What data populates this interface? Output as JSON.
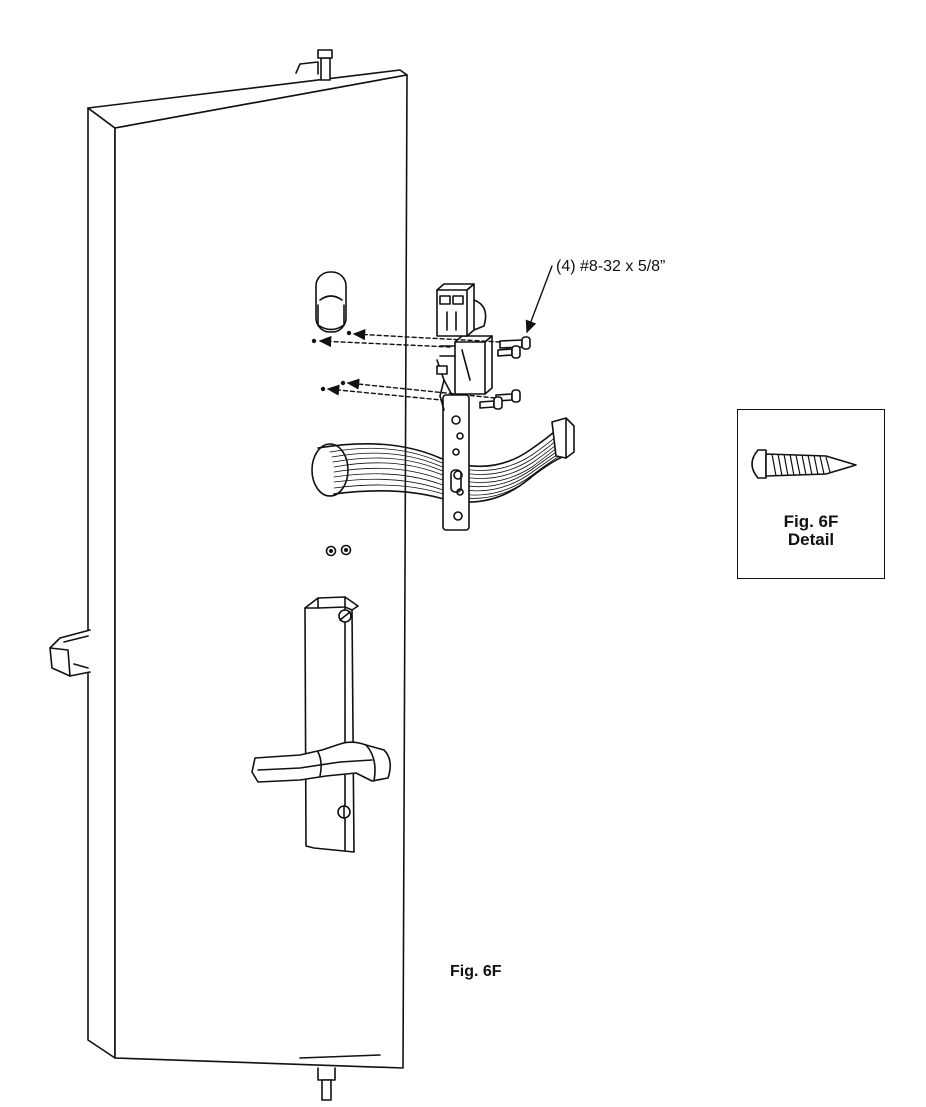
{
  "callout": {
    "label": "(4) #8-32 x 5/8”"
  },
  "figure": {
    "caption": "Fig. 6F"
  },
  "detail": {
    "title": "Fig. 6F",
    "subtitle": "Detail"
  },
  "icons": [
    "door-icon",
    "lever-handle-icon",
    "wire-harness-icon",
    "screw-icon"
  ]
}
